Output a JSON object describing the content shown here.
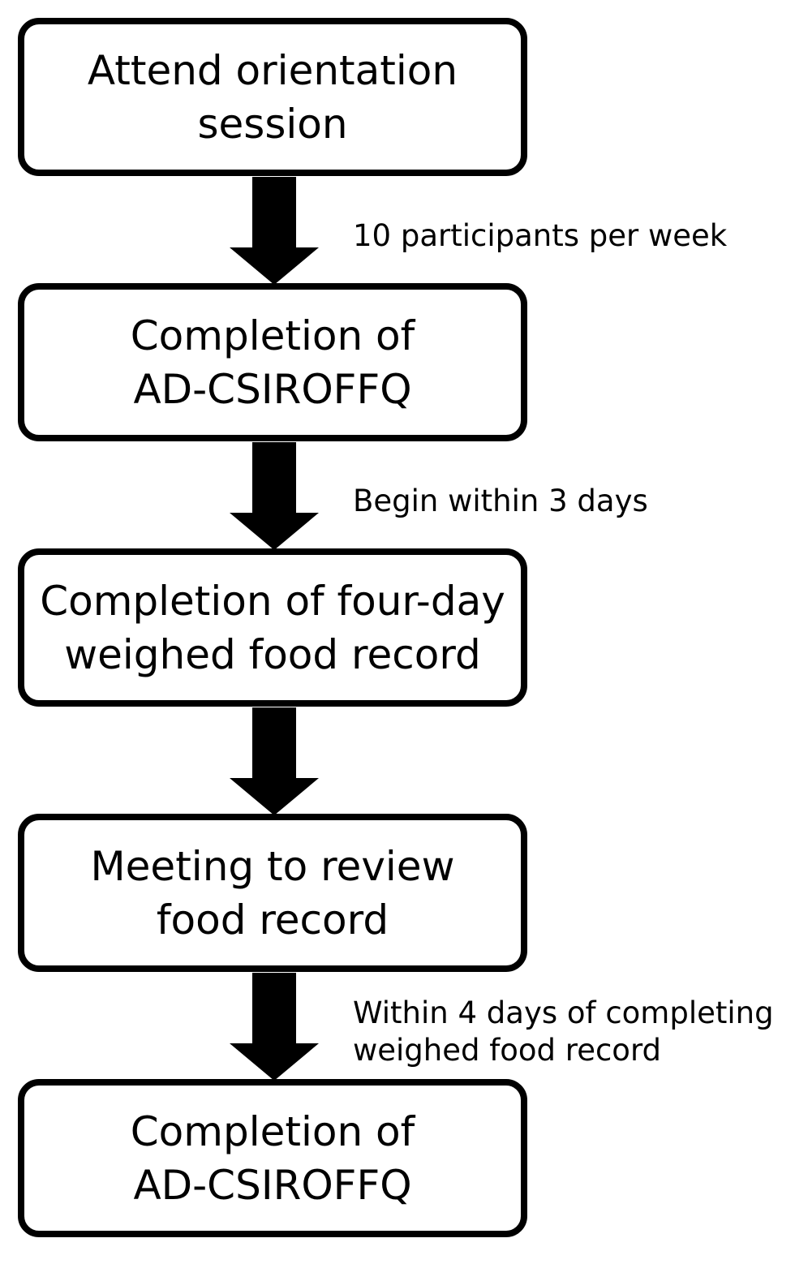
{
  "steps": [
    {
      "lines": [
        "Attend orientation",
        "session"
      ]
    },
    {
      "lines": [
        "Completion of",
        "AD-CSIROFFQ"
      ]
    },
    {
      "lines": [
        "Completion of four-day",
        "weighed food record"
      ]
    },
    {
      "lines": [
        "Meeting to review",
        "food record"
      ]
    },
    {
      "lines": [
        "Completion of",
        "AD-CSIROFFQ"
      ]
    }
  ],
  "transitions": [
    {
      "lines": [
        "10 participants per week"
      ]
    },
    {
      "lines": [
        "Begin within 3 days"
      ]
    },
    {
      "lines": []
    },
    {
      "lines": [
        "Within 4 days of completing",
        "weighed food record"
      ]
    }
  ]
}
